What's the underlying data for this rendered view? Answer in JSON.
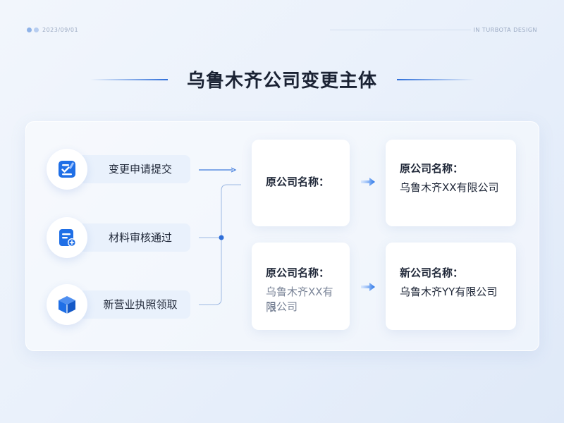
{
  "header": {
    "left_text": "2023/09/01",
    "right_text": "IN TURBOTA DESIGN"
  },
  "title": "乌鲁木齐公司变更主体",
  "steps": [
    {
      "label": "变更申请提交",
      "icon": "checklist-icon"
    },
    {
      "label": "材料审核通过",
      "icon": "document-review-icon"
    },
    {
      "label": "新营业执照领取",
      "icon": "package-box-icon"
    }
  ],
  "cards": {
    "top_left": {
      "heading": "原公司名称："
    },
    "top_right": {
      "heading": "原公司名称：",
      "value": "乌鲁木齐XX有限公司"
    },
    "bottom_left": {
      "heading": "原公司名称：",
      "value_line1": "乌鲁木齐XX有限",
      "value_line2": "限公司"
    },
    "bottom_right": {
      "heading": "新公司名称：",
      "value": "乌鲁木齐YY有限公司"
    }
  },
  "colors": {
    "accent": "#2f6fd9",
    "icon_blue": "#1f6fe6",
    "text_dark": "#1f2738",
    "text_gray": "#7b8598"
  }
}
